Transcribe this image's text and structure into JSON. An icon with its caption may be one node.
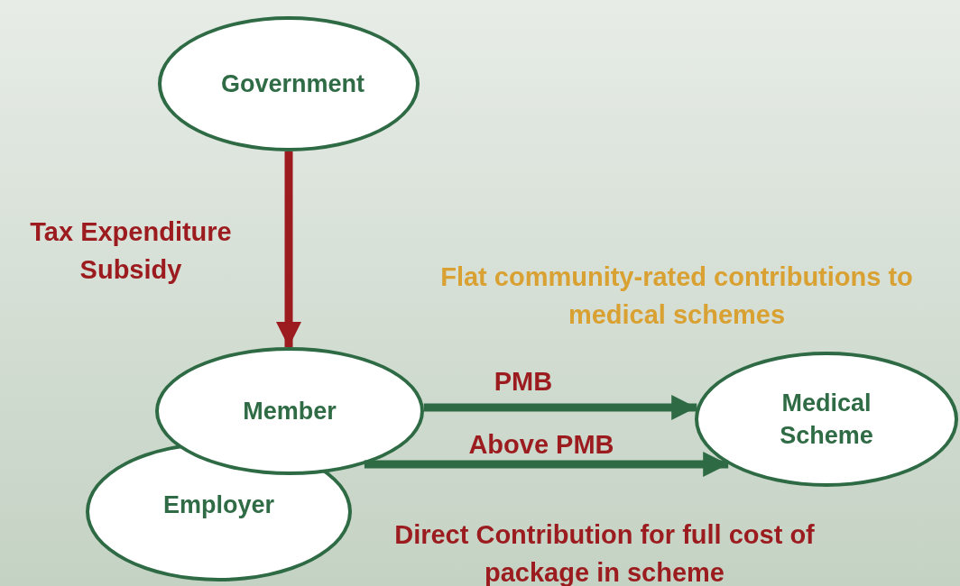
{
  "diagram": {
    "nodes": [
      {
        "text": [
          "Government"
        ]
      },
      {
        "text": [
          "Member"
        ]
      },
      {
        "text": [
          "Employer"
        ]
      },
      {
        "text": [
          "Medical Scheme"
        ]
      }
    ],
    "edges": [
      {
        "from": 0,
        "to": 1,
        "arrow": "to",
        "label": "Tax Expenditure Subsidy",
        "color": "#9b1b1e"
      },
      {
        "from": 1,
        "to": 3,
        "arrow": "to",
        "label": "PMB"
      },
      {
        "from": 1,
        "to": 3,
        "arrow": "to",
        "label": "Above PMB"
      }
    ],
    "labels": [
      "Flat community-rated contributions to medical schemes",
      "Direct Contribution for full cost of package in scheme"
    ]
  }
}
